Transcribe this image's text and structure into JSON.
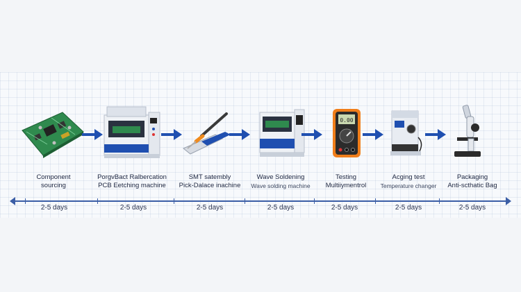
{
  "colors": {
    "accent": "#1f4fb0",
    "timeline": "#3b5ea6",
    "pcb": "#2e8b57"
  },
  "stages": [
    {
      "icon": "circuit-board-icon",
      "line1": "Component",
      "line2": "sourcing",
      "duration": "2-5 days"
    },
    {
      "icon": "pcb-etching-machine-icon",
      "line1": "PorgvBact Ralbercation",
      "line2": "PCB Eetching machine",
      "duration": "2-5 days"
    },
    {
      "icon": "soldering-tool-icon",
      "line1": "SMT satembly",
      "line2": "Pick-Dalace inachine",
      "duration": "2-5 days"
    },
    {
      "icon": "wave-soldering-machine-icon",
      "line1": "Wave Soldening",
      "line2": "Wave solding machine",
      "duration": "2-5 days"
    },
    {
      "icon": "multimeter-icon",
      "line1": "Testing",
      "line2": "Multiiymentrol",
      "duration": "2-5 days"
    },
    {
      "icon": "temperature-chamber-icon",
      "line1": "Acging test",
      "line2": "Temperature changer",
      "duration": "2-5 days"
    },
    {
      "icon": "microscope-icon",
      "line1": "Packaging",
      "line2": "Anti-scthatic Bag",
      "duration": "2-5 days"
    }
  ]
}
